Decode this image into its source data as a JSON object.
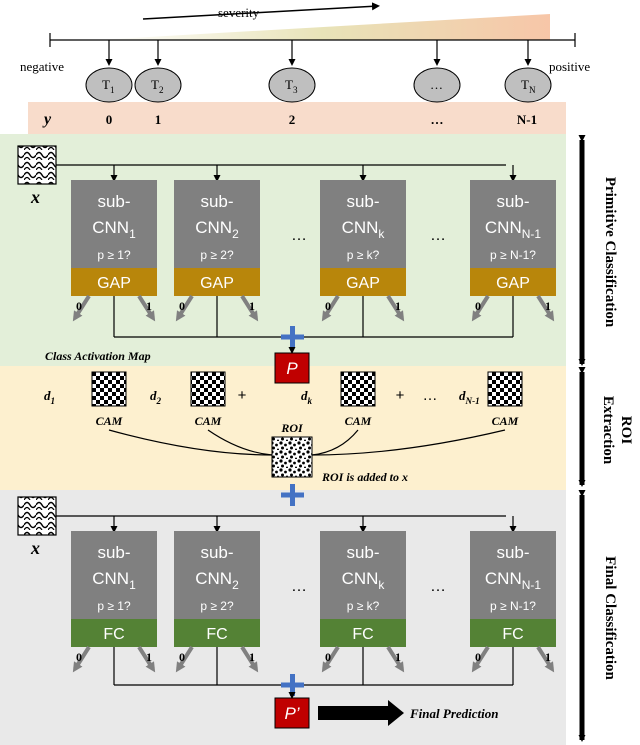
{
  "severity_scale": {
    "title": "severity",
    "negative_label": "negative",
    "positive_label": "positive",
    "thresholds": [
      {
        "base": "T",
        "sub": "1"
      },
      {
        "base": "T",
        "sub": "2"
      },
      {
        "base": "T",
        "sub": "3"
      },
      {
        "base": "…",
        "sub": ""
      },
      {
        "base": "T",
        "sub": "N"
      }
    ],
    "y_label": "y",
    "y_values": [
      "0",
      "1",
      "2",
      "…",
      "N-1"
    ]
  },
  "sections": {
    "primary": "Primitive Classification",
    "roi_line1": "ROI",
    "roi_line2": "Extraction",
    "final": "Final Classification"
  },
  "colors": {
    "primary_band": "#e3efd9",
    "roi_band": "#fdf0cf",
    "final_band": "#e9e9e9",
    "y_band": "#f8dccb",
    "sub_cnn_box": "#808080",
    "gap_bar": "#b8860b",
    "fc_bar": "#548235",
    "plus_sign": "#4472c4",
    "prediction_box": "#c00000",
    "gradient_start": "#ffffff",
    "gradient_end": "#f7c6a8"
  },
  "input_label": "x",
  "sub_cnns": [
    {
      "line1": "sub-",
      "line2": "CNN",
      "sub": "1",
      "condition": "p ≥ 1?"
    },
    {
      "line1": "sub-",
      "line2": "CNN",
      "sub": "2",
      "condition": "p ≥ 2?"
    },
    {
      "line1": "sub-",
      "line2": "CNN",
      "sub": "k",
      "condition": "p ≥ k?"
    },
    {
      "line1": "sub-",
      "line2": "CNN",
      "sub": "N-1",
      "condition": "p ≥ N-1?"
    }
  ],
  "ellipsis": "…",
  "gap_label": "GAP",
  "fc_label": "FC",
  "output_zero": "0",
  "output_one": "1",
  "cam_caption": "Class Activation Map",
  "prediction_p": "P",
  "prediction_p_prime": "P’",
  "cam_items": [
    {
      "d": "d",
      "sub": "1",
      "label": "CAM"
    },
    {
      "d": "d",
      "sub": "2",
      "label": "CAM"
    },
    {
      "d": "d",
      "sub": "k",
      "label": "CAM"
    },
    {
      "d": "d",
      "sub": "N-1",
      "label": "CAM"
    }
  ],
  "plus_text": "+",
  "roi_label": "ROI",
  "roi_note": "ROI is added to x",
  "final_prediction": "Final Prediction"
}
